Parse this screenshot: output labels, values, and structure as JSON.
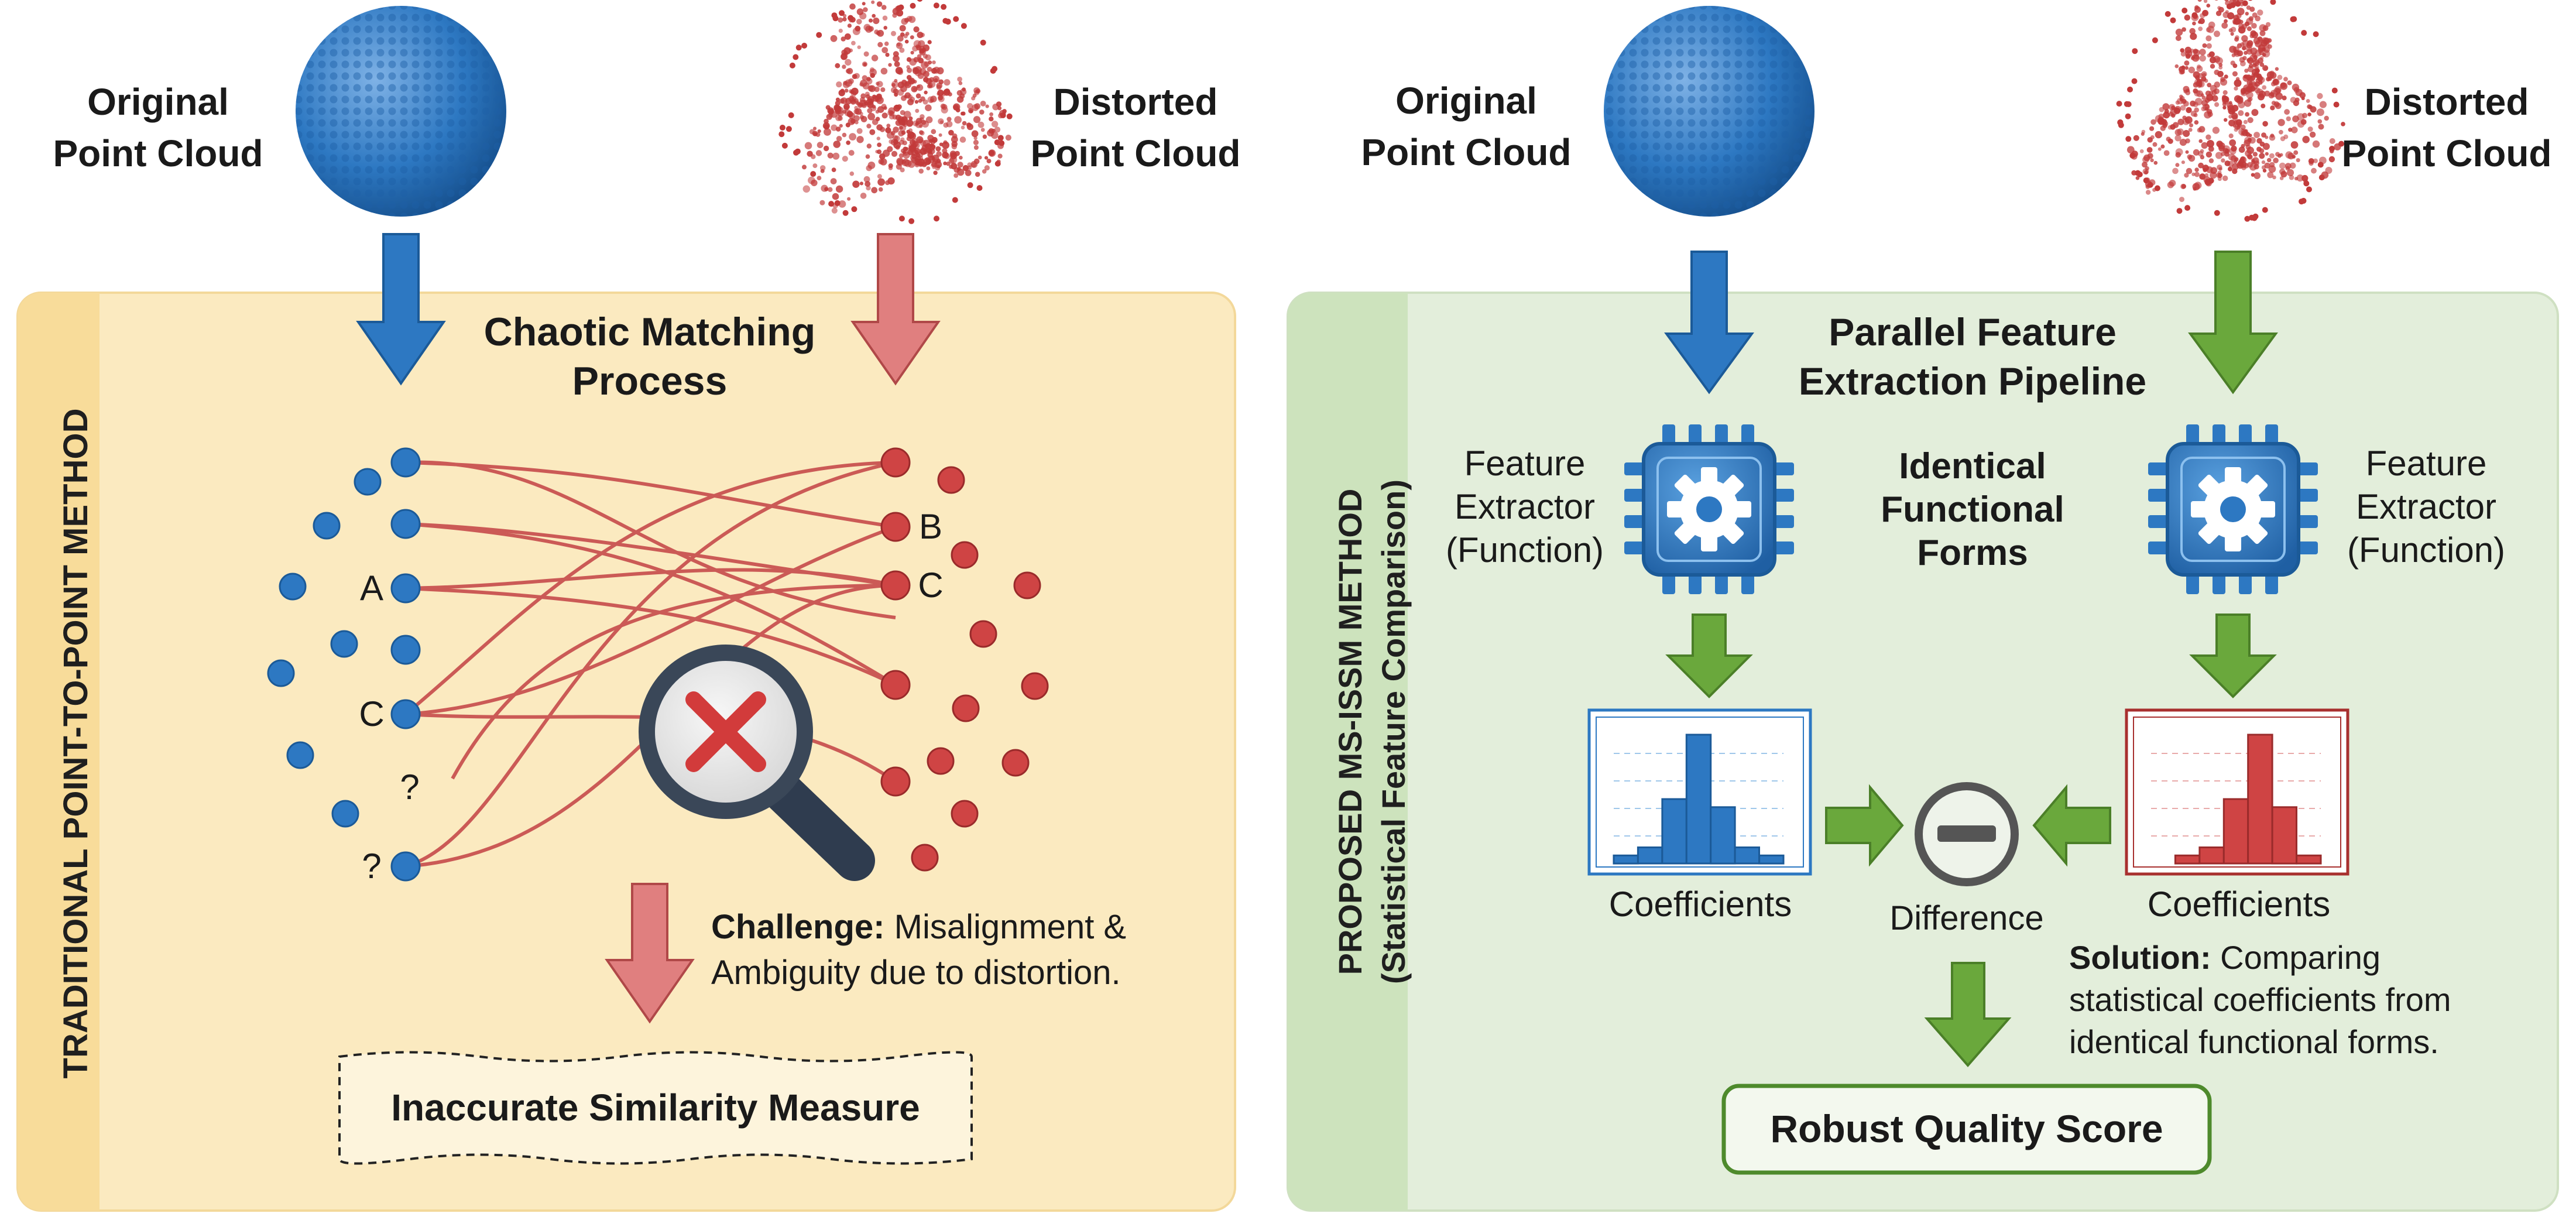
{
  "colors": {
    "blue": "#2d78c2",
    "red": "#cf4444",
    "green": "#6aa83c",
    "left_panel_bg": "#fbeac0",
    "left_panel_strip": "#f8dc9a",
    "right_panel_bg": "#e3eedb",
    "right_panel_strip": "#cde3bd"
  },
  "left": {
    "side_label": "TRADITIONAL POINT-TO-POINT METHOD",
    "original_label": [
      "Original",
      "Point Cloud"
    ],
    "distorted_label": [
      "Distorted",
      "Point Cloud"
    ],
    "process_title": [
      "Chaotic Matching",
      "Process"
    ],
    "point_labels": [
      "A",
      "C",
      "?",
      "?",
      "B",
      "C"
    ],
    "challenge_bold": "Challenge:",
    "challenge_text": [
      "Misalignment &",
      "Ambiguity due to distortion."
    ],
    "result": "Inaccurate Similarity Measure",
    "icons": [
      "sphere-point-cloud-icon",
      "distorted-point-cloud-icon",
      "magnifier-x-icon"
    ]
  },
  "right": {
    "side_label": [
      "PROPOSED MS-ISSM METHOD",
      "(Statistical Feature Comparison)"
    ],
    "original_label": [
      "Original",
      "Point Cloud"
    ],
    "distorted_label": [
      "Distorted",
      "Point Cloud"
    ],
    "pipeline_title": [
      "Parallel Feature",
      "Extraction Pipeline"
    ],
    "extractor_label": [
      "Feature",
      "Extractor",
      "(Function)"
    ],
    "identical_label": [
      "Identical",
      "Functional",
      "Forms"
    ],
    "coeff_label": "Coefficients",
    "difference_label": "Difference",
    "solution_bold": "Solution:",
    "solution_text": [
      "Comparing",
      "statistical coefficients from",
      "identical functional forms."
    ],
    "result": "Robust Quality Score",
    "icons": [
      "chip-gear-icon",
      "histogram-icon",
      "minus-circle-icon"
    ]
  },
  "histograms": {
    "original_bins": [
      1,
      2,
      8,
      16,
      7,
      2,
      1
    ],
    "distorted_bins": [
      0,
      1,
      2,
      8,
      16,
      7,
      1
    ]
  }
}
